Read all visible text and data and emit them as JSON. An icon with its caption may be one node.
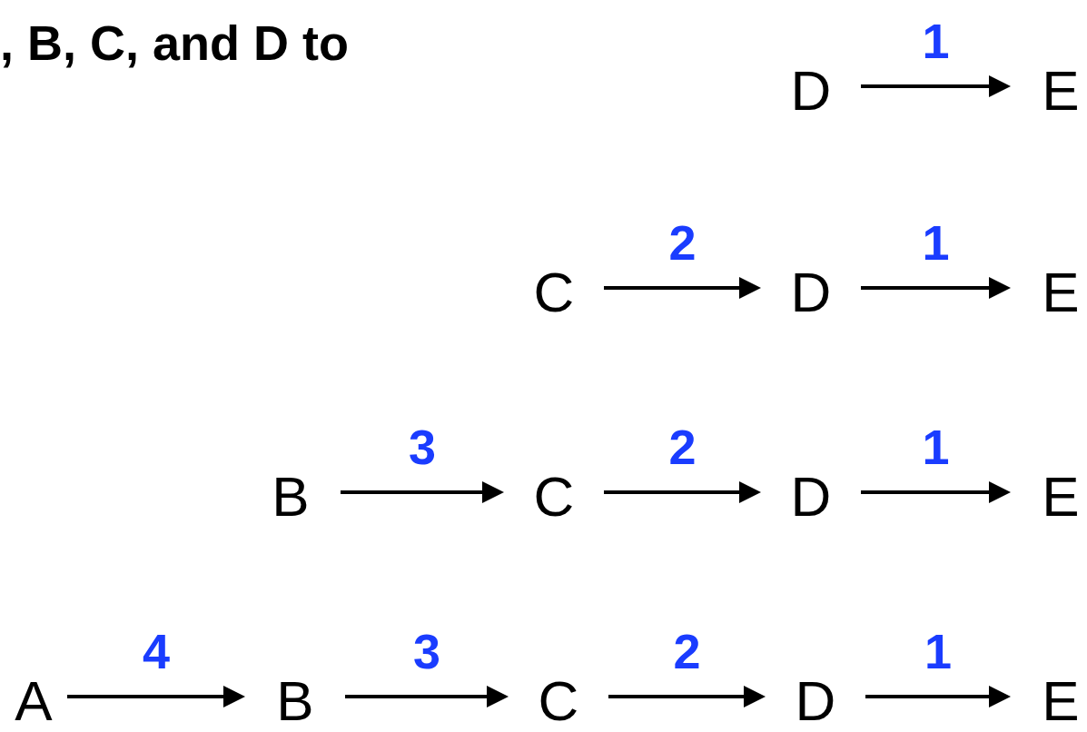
{
  "diagram": {
    "title": ", B, C, and D to",
    "nodes": [
      {
        "text": [
          "D"
        ]
      },
      {
        "text": [
          "E"
        ]
      },
      {
        "text": [
          "C"
        ]
      },
      {
        "text": [
          "D"
        ]
      },
      {
        "text": [
          "E"
        ]
      },
      {
        "text": [
          "B"
        ]
      },
      {
        "text": [
          "C"
        ]
      },
      {
        "text": [
          "D"
        ]
      },
      {
        "text": [
          "E"
        ]
      },
      {
        "text": [
          "A"
        ]
      },
      {
        "text": [
          "B"
        ]
      },
      {
        "text": [
          "C"
        ]
      },
      {
        "text": [
          "D"
        ]
      },
      {
        "text": [
          "E"
        ]
      }
    ],
    "edges": [
      {
        "from": 0,
        "to": 1,
        "arrow": "to",
        "label": "1"
      },
      {
        "from": 2,
        "to": 3,
        "arrow": "to",
        "label": "2"
      },
      {
        "from": 3,
        "to": 4,
        "arrow": "to",
        "label": "1"
      },
      {
        "from": 5,
        "to": 6,
        "arrow": "to",
        "label": "3"
      },
      {
        "from": 6,
        "to": 7,
        "arrow": "to",
        "label": "2"
      },
      {
        "from": 7,
        "to": 8,
        "arrow": "to",
        "label": "1"
      },
      {
        "from": 9,
        "to": 10,
        "arrow": "to",
        "label": "4"
      },
      {
        "from": 10,
        "to": 11,
        "arrow": "to",
        "label": "3"
      },
      {
        "from": 11,
        "to": 12,
        "arrow": "to",
        "label": "2"
      },
      {
        "from": 12,
        "to": 13,
        "arrow": "to",
        "label": "1"
      }
    ]
  }
}
